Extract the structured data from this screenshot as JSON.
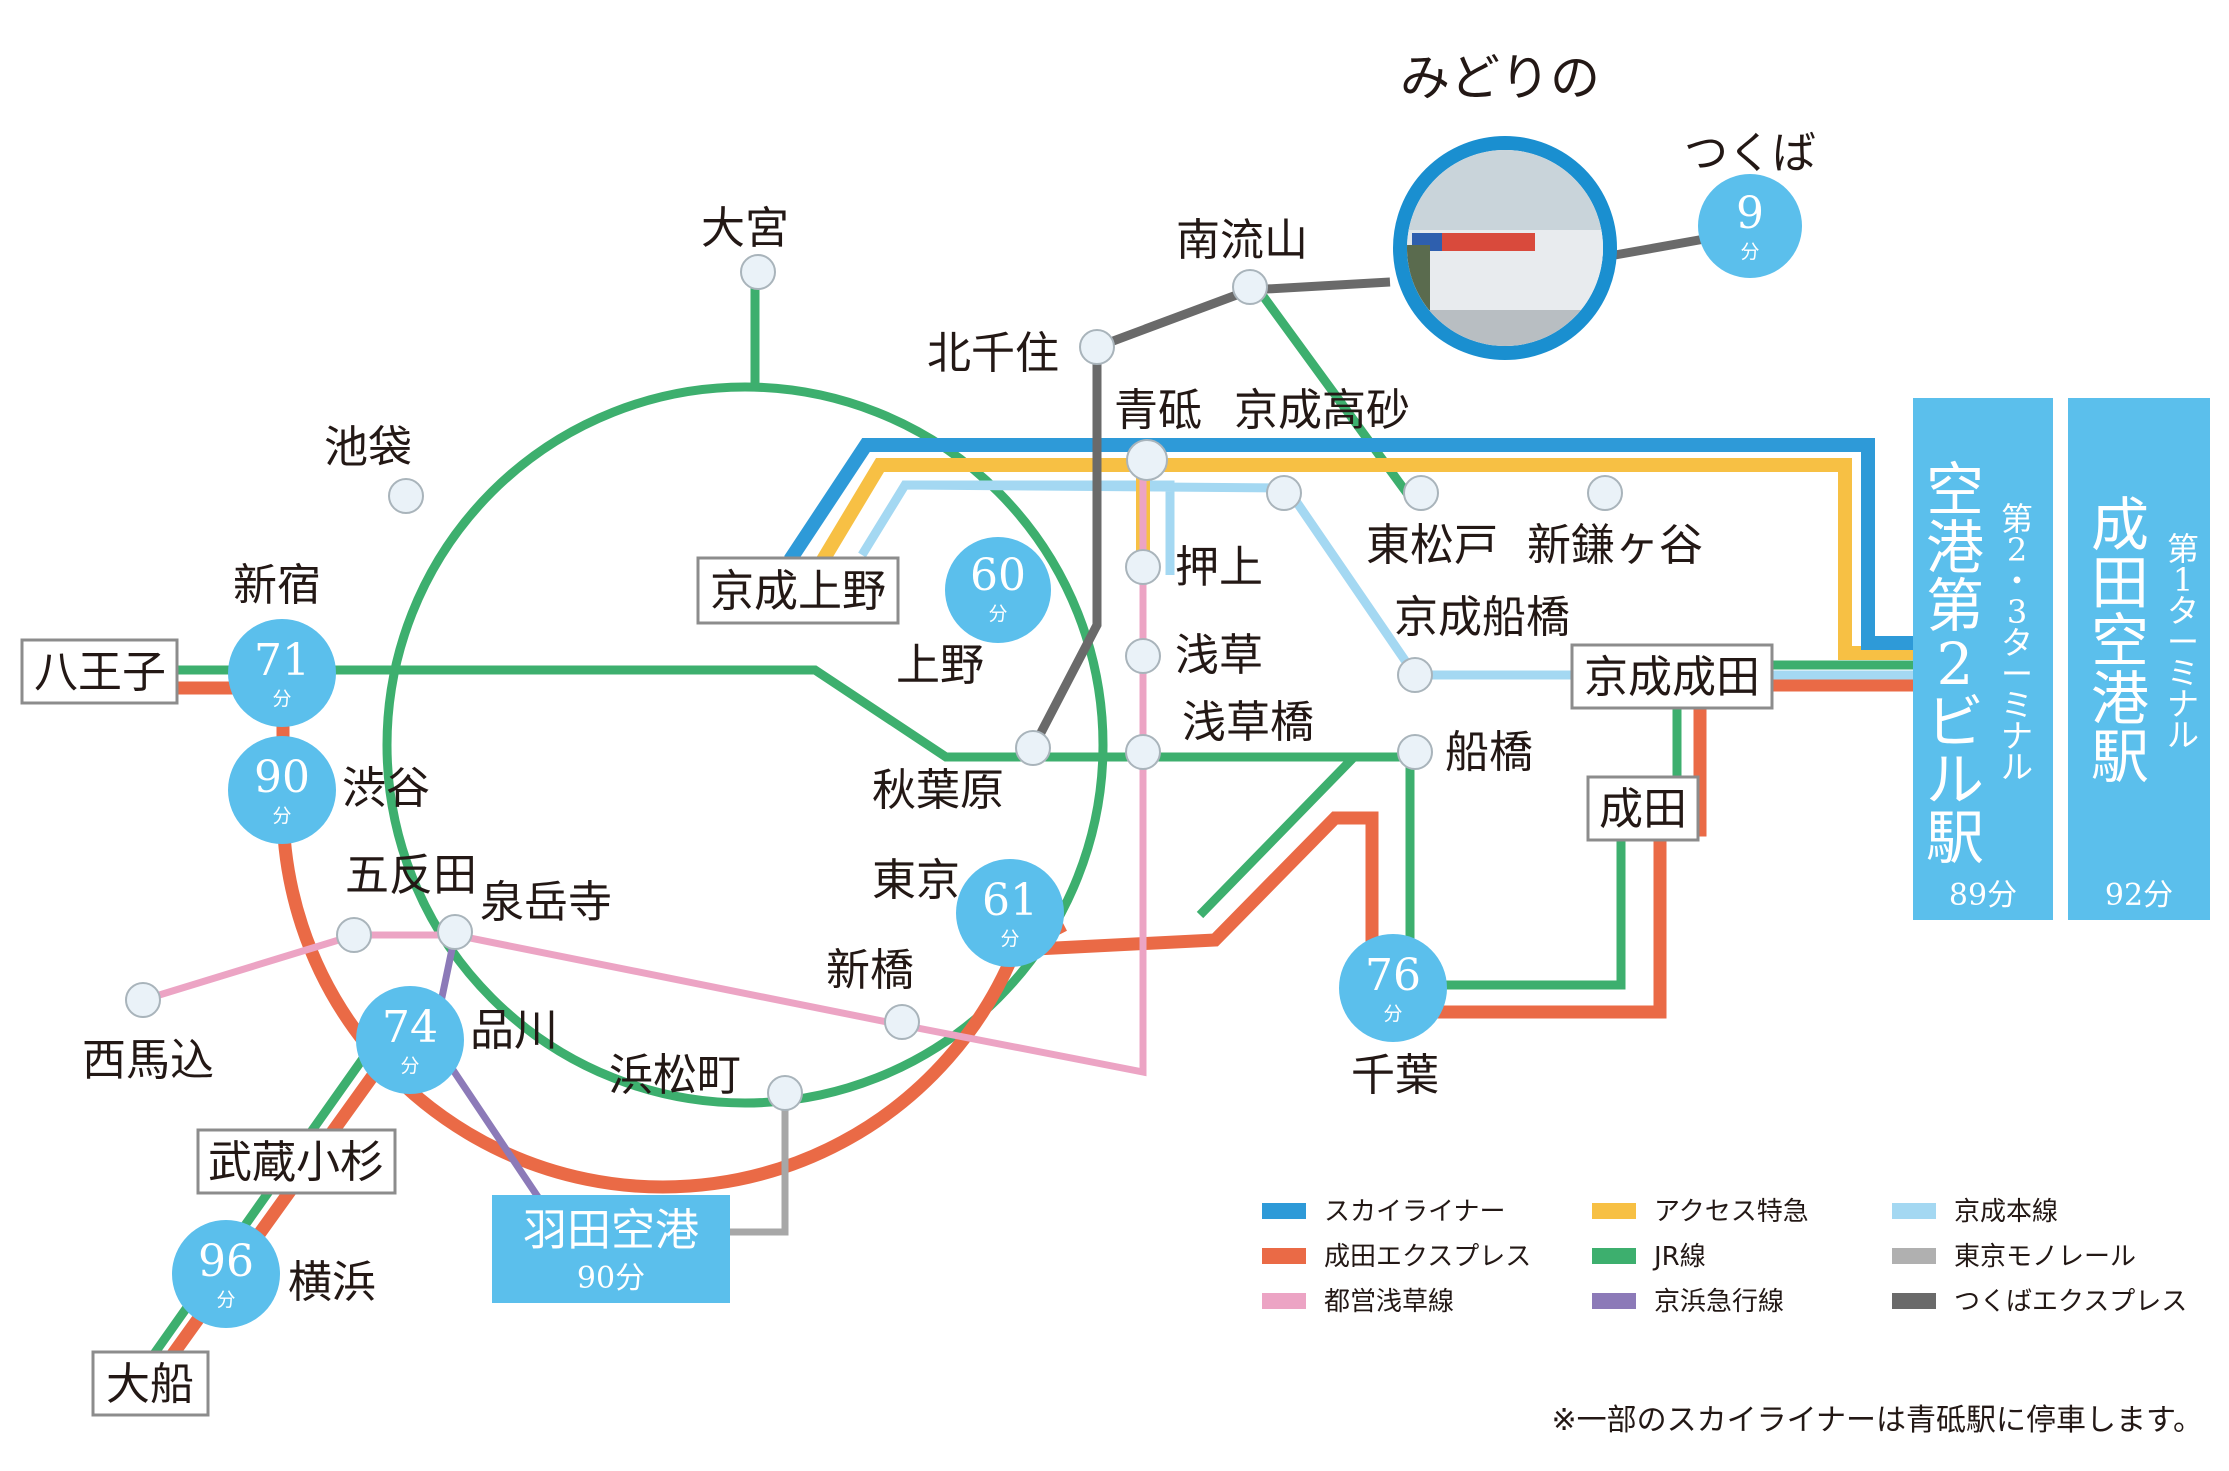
{
  "title": "みどりの",
  "stations": {
    "omiya": "大宮",
    "ikebukuro": "池袋",
    "shinjuku": "新宿",
    "hachioji": "八王子",
    "shibuya": "渋谷",
    "gotanda": "五反田",
    "sengakuji": "泉岳寺",
    "nishimagome": "西馬込",
    "shinagawa": "品川",
    "musashikosugi": "武蔵小杉",
    "yokohama": "横浜",
    "ofuna": "大船",
    "hamamatsucho": "浜松町",
    "shimbashi": "新橋",
    "tokyo": "東京",
    "akihabara": "秋葉原",
    "ueno": "上野",
    "keisei_ueno": "京成上野",
    "kitasenju": "北千住",
    "minaminagareyama": "南流山",
    "tsukuba": "つくば",
    "aoto": "青砥",
    "keisei_takasago": "京成高砂",
    "oshiage": "押上",
    "asakusa": "浅草",
    "asakusabashi": "浅草橋",
    "higashimatsudo": "東松戸",
    "shinkamagaya": "新鎌ヶ谷",
    "keisei_funabashi": "京成船橋",
    "funabashi": "船橋",
    "keisei_narita": "京成成田",
    "narita": "成田",
    "chiba": "千葉"
  },
  "times": {
    "tsukuba": "9",
    "ueno": "60",
    "shinjuku": "71",
    "shibuya": "90",
    "tokyo": "61",
    "shinagawa": "74",
    "yokohama": "96",
    "chiba": "76",
    "unit": "分"
  },
  "airports": {
    "haneda": {
      "name": "羽田空港",
      "time": "90分"
    },
    "t2": {
      "prefix_lines": [
        "第",
        "2",
        "・",
        "3",
        "タ",
        "ー",
        "ミ",
        "ナ",
        "ル"
      ],
      "name_lines": [
        "空",
        "港",
        "第",
        "2",
        "ビ",
        "ル",
        "駅"
      ],
      "time": "89分"
    },
    "t1": {
      "prefix_lines": [
        "第",
        "1",
        "タ",
        "ー",
        "ミ",
        "ナ",
        "ル"
      ],
      "name_lines": [
        "成",
        "田",
        "空",
        "港",
        "駅"
      ],
      "time": "92分"
    }
  },
  "legend": [
    {
      "label": "スカイライナー",
      "color": "#2e9ad8"
    },
    {
      "label": "成田エクスプレス",
      "color": "#ea6a46"
    },
    {
      "label": "都営浅草線",
      "color": "#eca4c4"
    },
    {
      "label": "アクセス特急",
      "color": "#f7c044"
    },
    {
      "label": "JR線",
      "color": "#3daf6e"
    },
    {
      "label": "京浜急行線",
      "color": "#8c7ab8"
    },
    {
      "label": "京成本線",
      "color": "#a4d8f2"
    },
    {
      "label": "東京モノレール",
      "color": "#b0b0b0"
    },
    {
      "label": "つくばエクスプレス",
      "color": "#6a6a6a"
    }
  ],
  "note": "※一部のスカイライナーは青砥駅に停車します。",
  "colors": {
    "skyliner": "#2e9ad8",
    "nex": "#ea6a46",
    "asakusa": "#eca4c4",
    "access": "#f7c044",
    "jr": "#3daf6e",
    "keikyu": "#8c7ab8",
    "keisei": "#a4d8f2",
    "monorail": "#a7a7a7",
    "tx": "#6a6a6a",
    "timecircle": "#5bbfec",
    "airport": "#5bbfec"
  }
}
